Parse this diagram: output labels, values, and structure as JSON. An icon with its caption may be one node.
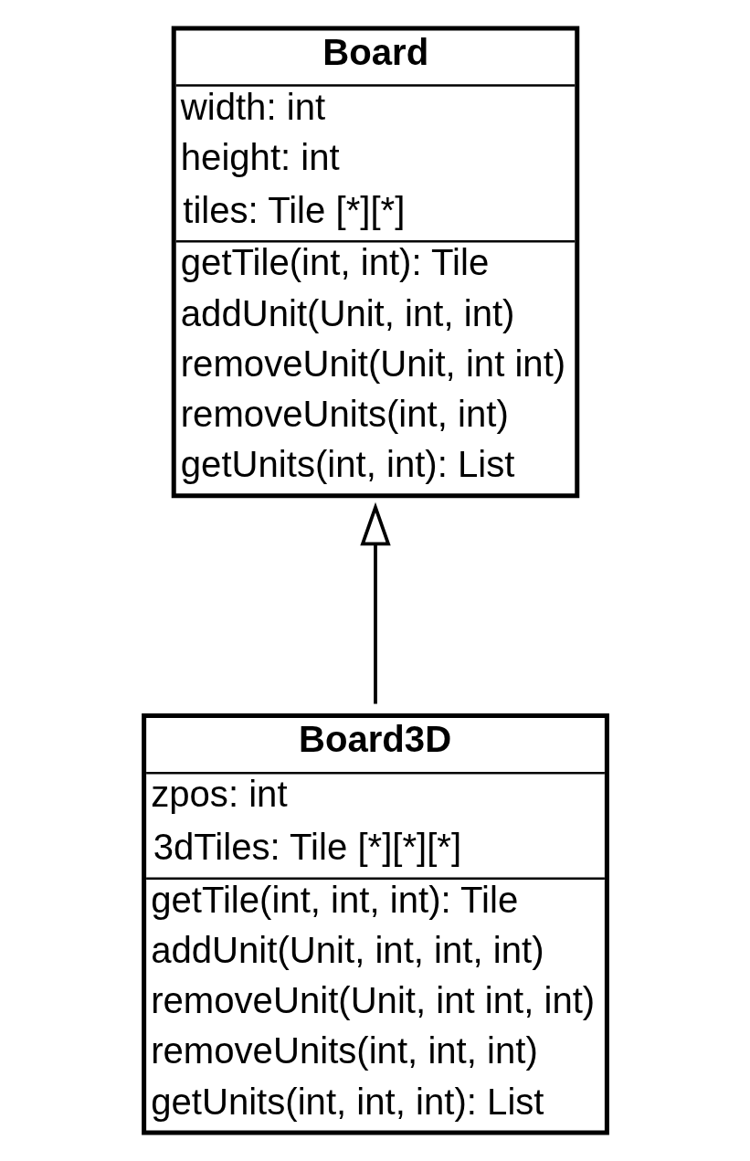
{
  "diagram": {
    "nodes": [
      {
        "text": [
          "Board",
          "width: int",
          "height: int",
          "tiles: Tile [*][*]",
          "getTile(int, int): Tile",
          "addUnit(Unit, int, int)",
          "removeUnit(Unit, int int)",
          "removeUnits(int, int)",
          "getUnits(int, int): List"
        ]
      },
      {
        "text": [
          "Board3D",
          "zpos: int",
          "3dTiles: Tile [*][*][*]",
          "getTile(int, int, int): Tile",
          "addUnit(Unit, int, int, int)",
          "removeUnit(Unit, int int, int)",
          "removeUnits(int, int, int)",
          "getUnits(int, int, int): List"
        ]
      }
    ],
    "edges": [
      {
        "from": 1,
        "to": 0,
        "arrow": "to"
      }
    ]
  }
}
